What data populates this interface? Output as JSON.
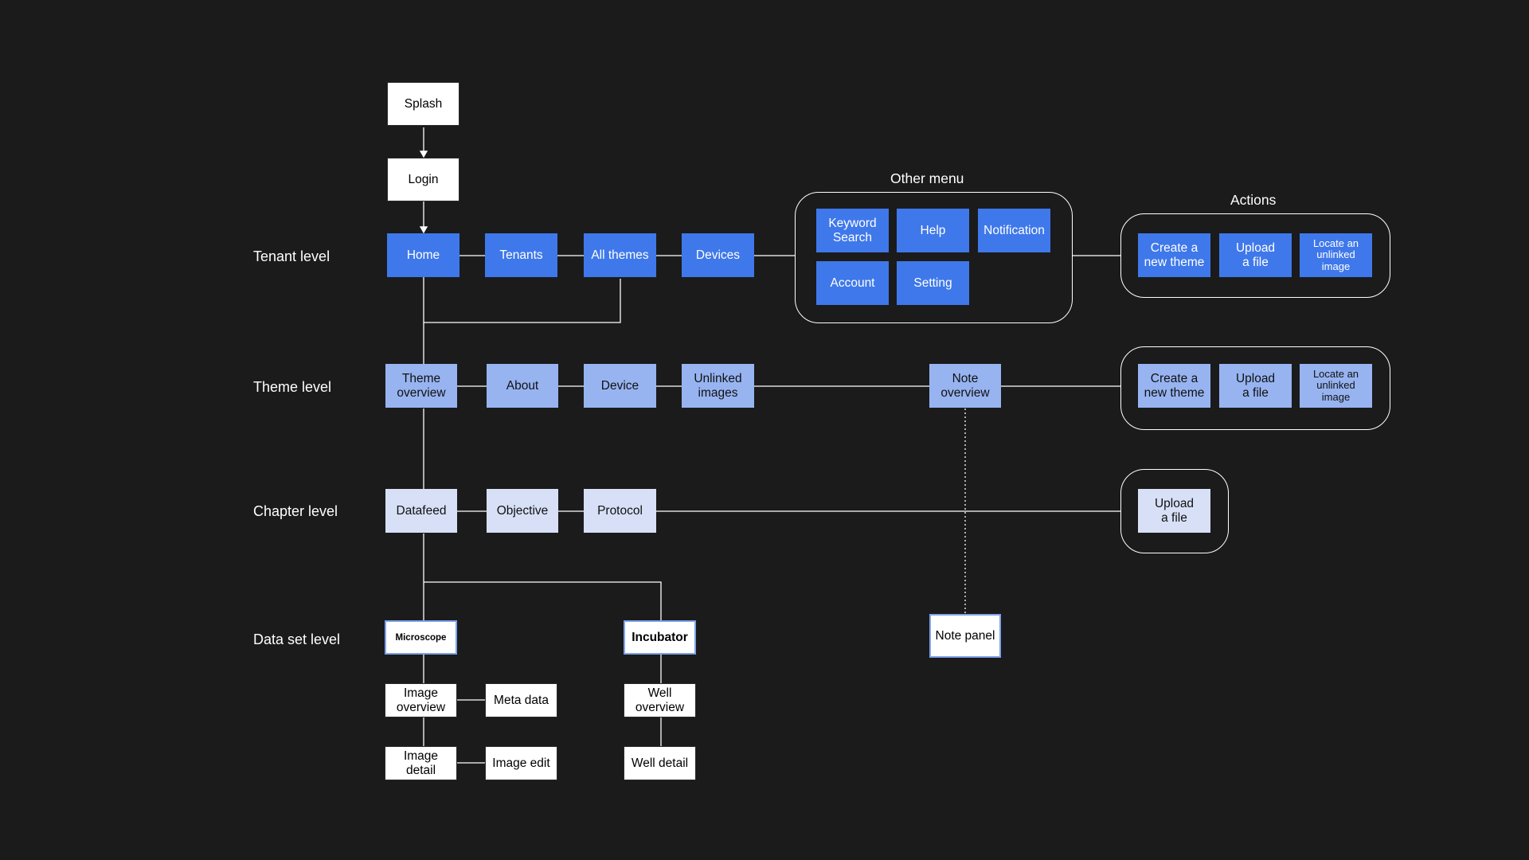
{
  "levels": {
    "tenant": "Tenant level",
    "theme": "Theme level",
    "chapter": "Chapter level",
    "dataset": "Data set level"
  },
  "groups": {
    "other_menu": "Other menu",
    "actions": "Actions"
  },
  "nodes": {
    "splash": "Splash",
    "login": "Login",
    "home": "Home",
    "tenants": "Tenants",
    "all_themes": "All themes",
    "devices": "Devices",
    "keyword_search": "Keyword\nSearch",
    "help": "Help",
    "notification": "Notification",
    "account": "Account",
    "setting": "Setting",
    "t_create_theme": "Create a\nnew theme",
    "t_upload_file": "Upload\na file",
    "t_locate_image": "Locate an\nunlinked\nimage",
    "theme_overview": "Theme\noverview",
    "about": "About",
    "device": "Device",
    "unlinked_images": "Unlinked\nimages",
    "note_overview": "Note\noverview",
    "th_create_theme": "Create a\nnew theme",
    "th_upload_file": "Upload\na file",
    "th_locate_image": "Locate an\nunlinked\nimage",
    "datafeed": "Datafeed",
    "objective": "Objective",
    "protocol": "Protocol",
    "ch_upload_file": "Upload\na file",
    "microscope": "Microscope",
    "incubator": "Incubator",
    "note_panel": "Note panel",
    "image_overview": "Image\noverview",
    "meta_data": "Meta data",
    "well_overview": "Well\noverview",
    "image_detail": "Image\ndetail",
    "image_edit": "Image edit",
    "well_detail": "Well detail"
  },
  "colors": {
    "background": "#1b1b1c",
    "tenant_blue": "#3f78ea",
    "theme_blue": "#97b4f1",
    "chapter_blue": "#d7e0f6",
    "dataset_white": "#ffffff",
    "connector": "#ffffff"
  }
}
